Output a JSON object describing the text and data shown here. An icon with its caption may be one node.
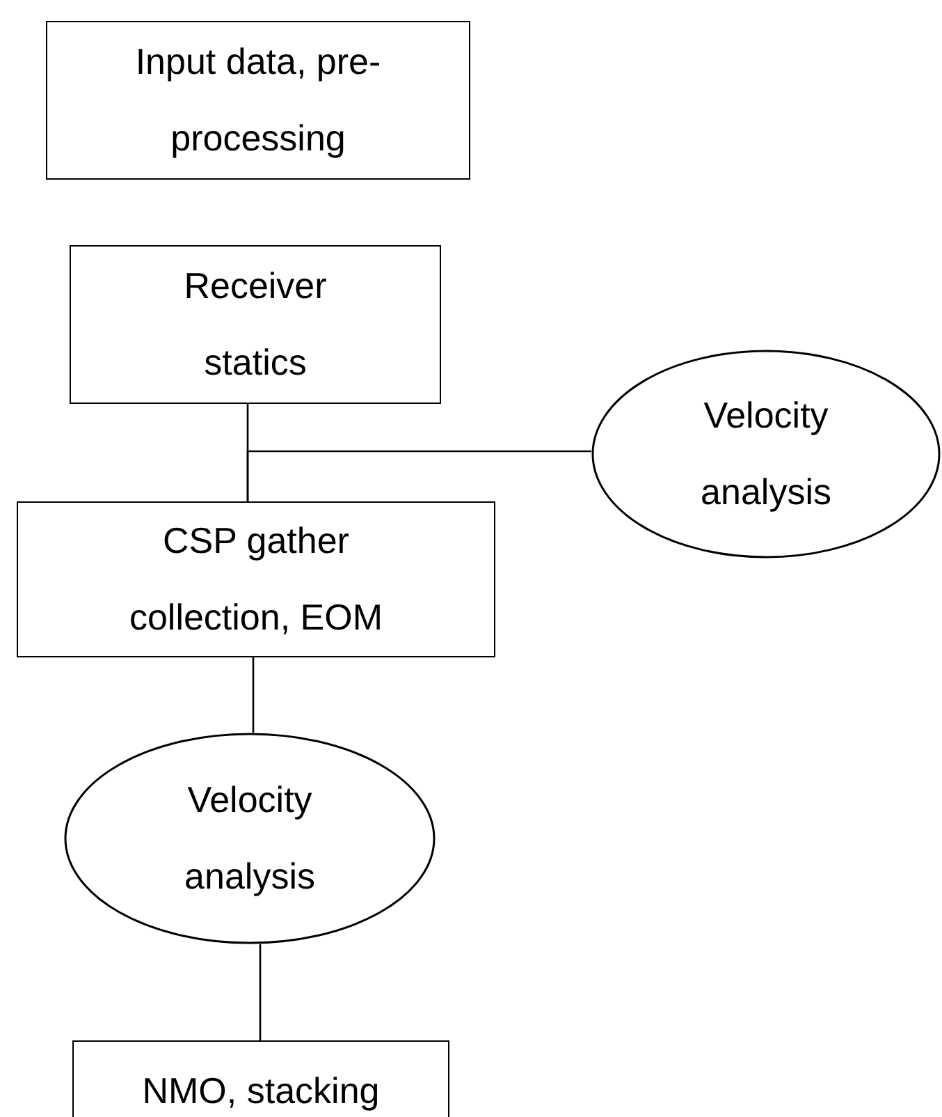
{
  "diagram": {
    "nodes": [
      {
        "text": [
          "Input data, pre-processing"
        ]
      },
      {
        "text": [
          "Receiver statics"
        ]
      },
      {
        "text": [
          "Velocity analysis"
        ]
      },
      {
        "text": [
          "CSP gather collection, EOM"
        ]
      },
      {
        "text": [
          "Velocity analysis"
        ]
      },
      {
        "text": [
          "NMO, stacking"
        ]
      }
    ],
    "edges": [
      {
        "from": 1,
        "to": 3,
        "arrow": "none"
      },
      {
        "from": 2,
        "to": 3,
        "arrow": "none"
      },
      {
        "from": 3,
        "to": 4,
        "arrow": "none"
      },
      {
        "from": 4,
        "to": 5,
        "arrow": "none"
      }
    ]
  }
}
